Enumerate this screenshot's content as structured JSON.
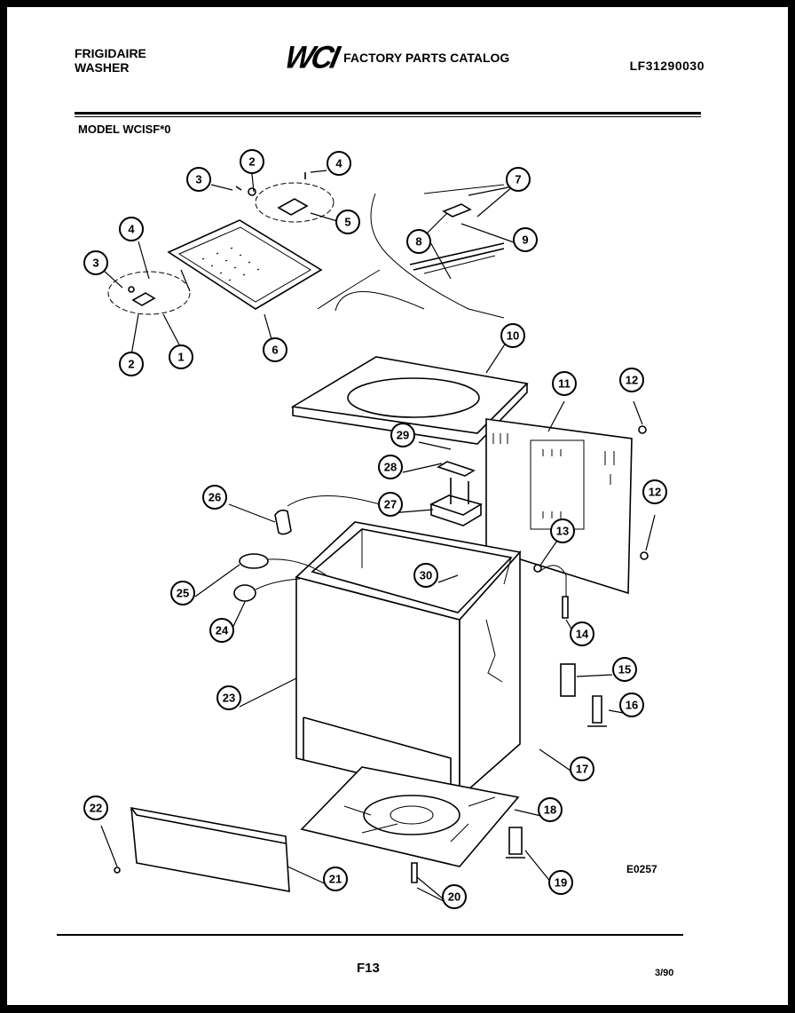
{
  "header": {
    "brand_line1": "FRIGIDAIRE",
    "brand_line2": "WASHER",
    "logo": "WCI",
    "catalog_title": "FACTORY PARTS CATALOG",
    "model_code": "LF31290030"
  },
  "model_label": "MODEL WCISF*0",
  "diagram_code": "E0257",
  "footer": {
    "page": "F13",
    "date": "3/90"
  },
  "callouts": [
    "1",
    "2",
    "3",
    "4",
    "5",
    "6",
    "7",
    "8",
    "9",
    "10",
    "11",
    "12",
    "13",
    "14",
    "15",
    "16",
    "17",
    "18",
    "19",
    "20",
    "21",
    "22",
    "23",
    "24",
    "25",
    "26",
    "27",
    "28",
    "29",
    "30"
  ]
}
